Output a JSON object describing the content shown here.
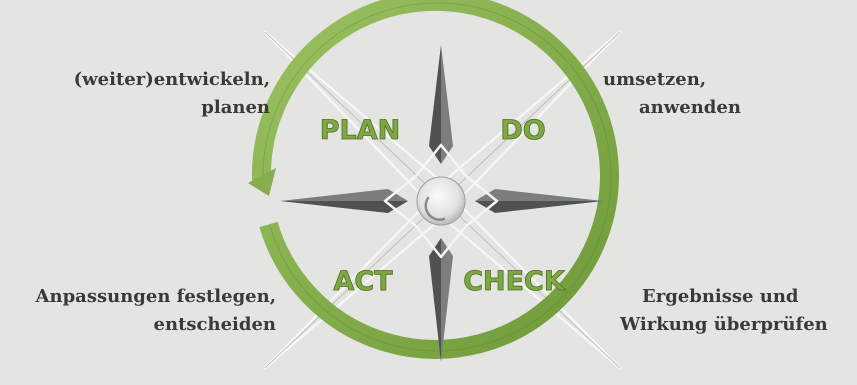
{
  "quadrants": {
    "plan": {
      "label": "PLAN",
      "desc_lines": [
        "(weiter)entwickeln,",
        "planen"
      ]
    },
    "do": {
      "label": "DO",
      "desc_lines": [
        "umsetzen,",
        "anwenden"
      ]
    },
    "act": {
      "label": "ACT",
      "desc_lines": [
        "Anpassungen festlegen,",
        "entscheiden"
      ]
    },
    "check": {
      "label": "CHECK",
      "desc_lines": [
        "Ergebnisse und",
        "Wirkung überprüfen"
      ]
    }
  },
  "colors": {
    "background": "#e4e4e2",
    "ring": "#8ab251",
    "label_green": "#7ea843",
    "compass_dark": "#5d605e",
    "text": "#3a3a3a"
  },
  "icons": [
    "compass-rose-icon",
    "cycle-arrow-icon"
  ]
}
